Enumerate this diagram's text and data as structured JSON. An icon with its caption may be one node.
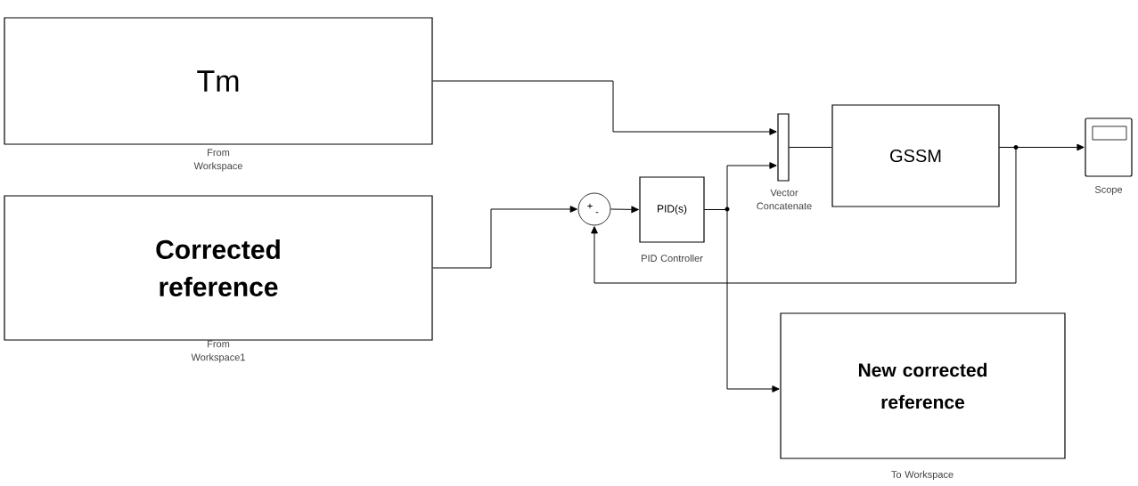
{
  "diagram": {
    "nodes": [
      {
        "text": [
          "Tm"
        ],
        "beside": [
          "From Workspace"
        ]
      },
      {
        "text": [
          "Corrected reference"
        ],
        "beside": [
          "From Workspace1"
        ]
      },
      {
        "text": [
          "+",
          "-"
        ]
      },
      {
        "text": [
          "PID(s)"
        ],
        "beside": [
          "PID Controller"
        ]
      },
      {
        "text": [],
        "shape": "bar",
        "beside": [
          "Vector Concatenate"
        ]
      },
      {
        "text": [
          "GSSM"
        ]
      },
      {
        "text": [],
        "shape": "box",
        "beside": [
          "Scope"
        ]
      },
      {
        "text": [
          "New corrected reference"
        ],
        "beside": [
          "To Workspace"
        ]
      }
    ],
    "edges": [
      {
        "from": 0,
        "to": 4,
        "arrow": "to"
      },
      {
        "from": 1,
        "to": 2,
        "arrow": "to"
      },
      {
        "from": 2,
        "to": 3,
        "arrow": "to"
      },
      {
        "from": 3,
        "to": 4,
        "arrow": "to"
      },
      {
        "from": 3,
        "to": 7,
        "arrow": "to"
      },
      {
        "from": 4,
        "to": 5,
        "arrow": "none"
      },
      {
        "from": 5,
        "to": 6,
        "arrow": "to"
      },
      {
        "from": 5,
        "to": 2,
        "arrow": "to"
      }
    ]
  }
}
